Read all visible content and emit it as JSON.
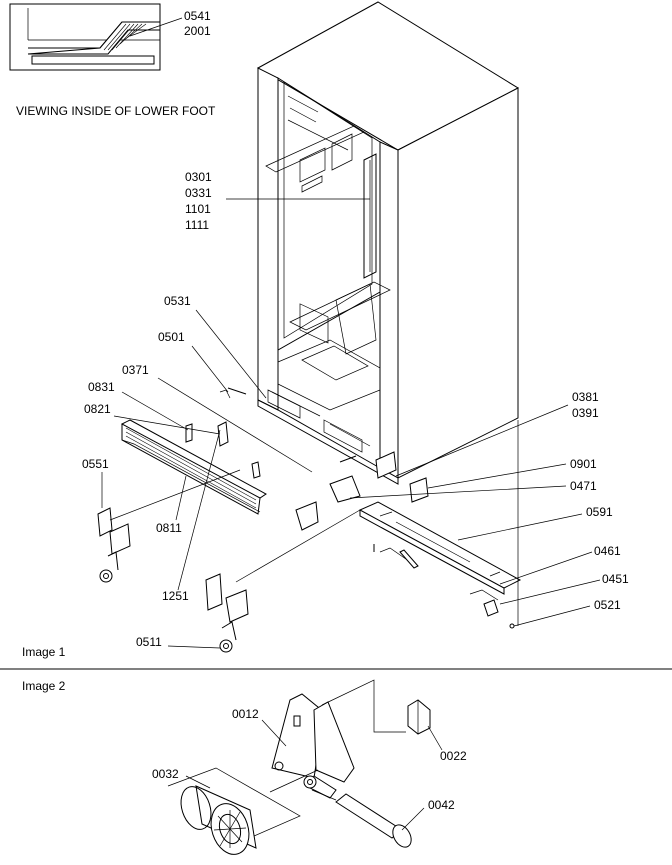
{
  "inset": {
    "title": "VIEWING INSIDE OF LOWER FOOT",
    "callouts": [
      "0541",
      "2001"
    ]
  },
  "image1": {
    "label": "Image 1",
    "callouts": {
      "c0301": "0301",
      "c0331": "0331",
      "c1101": "1101",
      "c1111": "1111",
      "c0531": "0531",
      "c0501": "0501",
      "c0371": "0371",
      "c0831": "0831",
      "c0821": "0821",
      "c0551": "0551",
      "c0811": "0811",
      "c1251": "1251",
      "c0511": "0511",
      "c0381": "0381",
      "c0391": "0391",
      "c0901": "0901",
      "c0471": "0471",
      "c0591": "0591",
      "c0461": "0461",
      "c0451": "0451",
      "c0521": "0521"
    }
  },
  "image2": {
    "label": "Image 2",
    "callouts": {
      "c0012": "0012",
      "c0022": "0022",
      "c0032": "0032",
      "c0042": "0042"
    }
  }
}
